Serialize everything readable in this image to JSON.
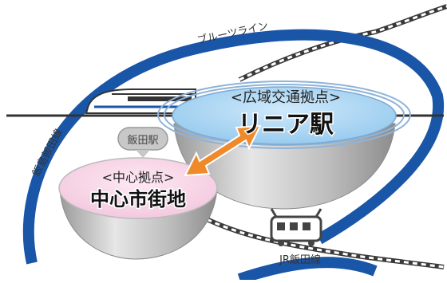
{
  "labels": {
    "blue_line": "ブルーツライン",
    "iijima_line": "飯島飯田線",
    "iida_station": "飯田駅",
    "central_role": "<中心拠点>",
    "central_name": "中心市街地",
    "wide_role": "<広域交通拠点>",
    "wide_name": "リニア駅",
    "jr_line": "JR飯田線"
  },
  "colors": {
    "blue_ring": "#1a56a8",
    "ring_light": "#8fb3d9",
    "pink_top": "#f6d5e6",
    "blue_top": "#a8d3f0",
    "bowl_gray": "#c2c2c2",
    "arrow_orange": "#ee8a2a",
    "rail_dark": "#3a3a3a"
  },
  "icons": {
    "train": "shinkansen-icon",
    "jr_train": "train-icon",
    "arrow": "double-arrow-icon"
  }
}
